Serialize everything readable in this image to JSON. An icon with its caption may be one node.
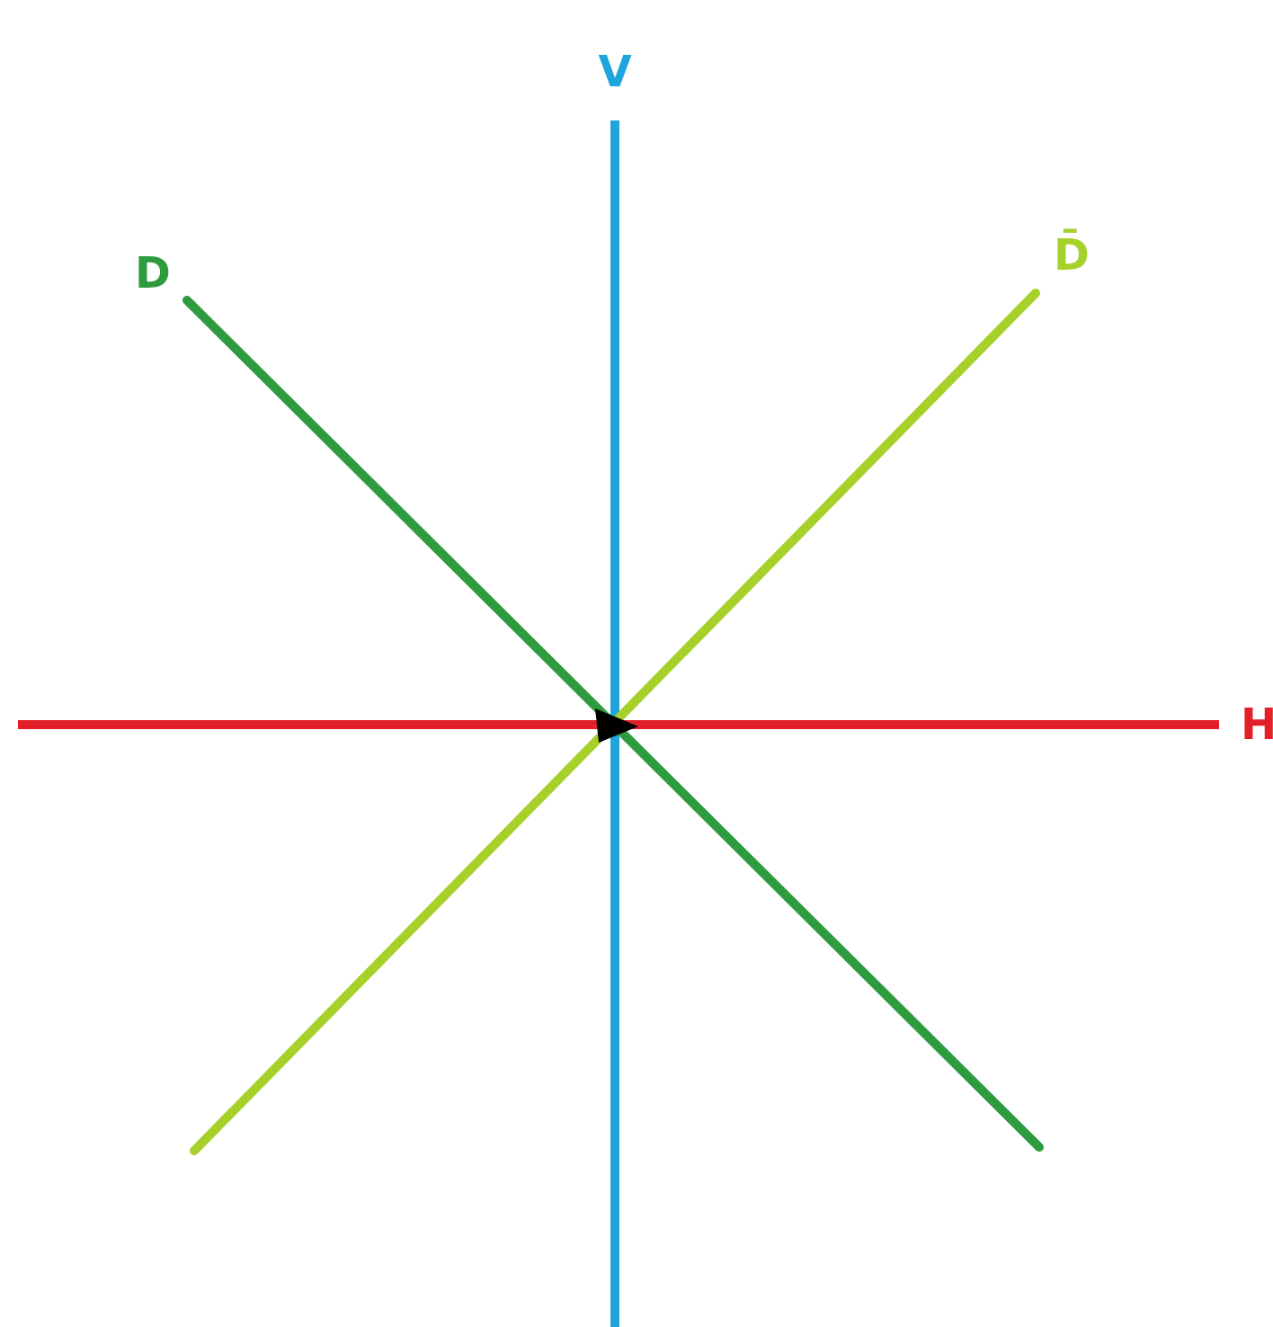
{
  "diagram": {
    "labels": [
      "V",
      "D",
      "D̄",
      "H"
    ]
  }
}
